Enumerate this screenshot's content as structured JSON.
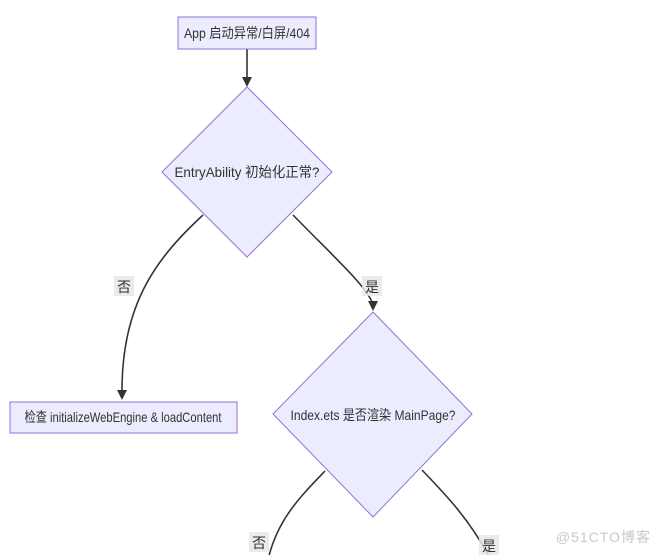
{
  "diagram": {
    "type": "flowchart",
    "nodes": {
      "start": {
        "label": "App 启动异常/白屏/404",
        "shape": "rect"
      },
      "decision1": {
        "label": "EntryAbility 初始化正常?",
        "shape": "diamond"
      },
      "fix_webengine": {
        "label": "检查 initializeWebEngine & loadContent",
        "shape": "rect"
      },
      "decision2": {
        "label": "Index.ets 是否渲染 MainPage?",
        "shape": "diamond"
      }
    },
    "edges": [
      {
        "from": "start",
        "to": "decision1",
        "label": ""
      },
      {
        "from": "decision1",
        "to": "fix_webengine",
        "label": "否"
      },
      {
        "from": "decision1",
        "to": "decision2",
        "label": "是"
      },
      {
        "from": "decision2",
        "to": "offscreen-left",
        "label": "否"
      },
      {
        "from": "decision2",
        "to": "offscreen-right",
        "label": "是"
      }
    ],
    "colors": {
      "node_fill": "#ececff",
      "node_border": "#9370db",
      "edge_line": "#333333",
      "text": "#333333",
      "edge_label_bg": "#e8e8e8",
      "watermark": "#c9c9c9"
    }
  },
  "watermark": {
    "text": "@51CTO博客"
  }
}
